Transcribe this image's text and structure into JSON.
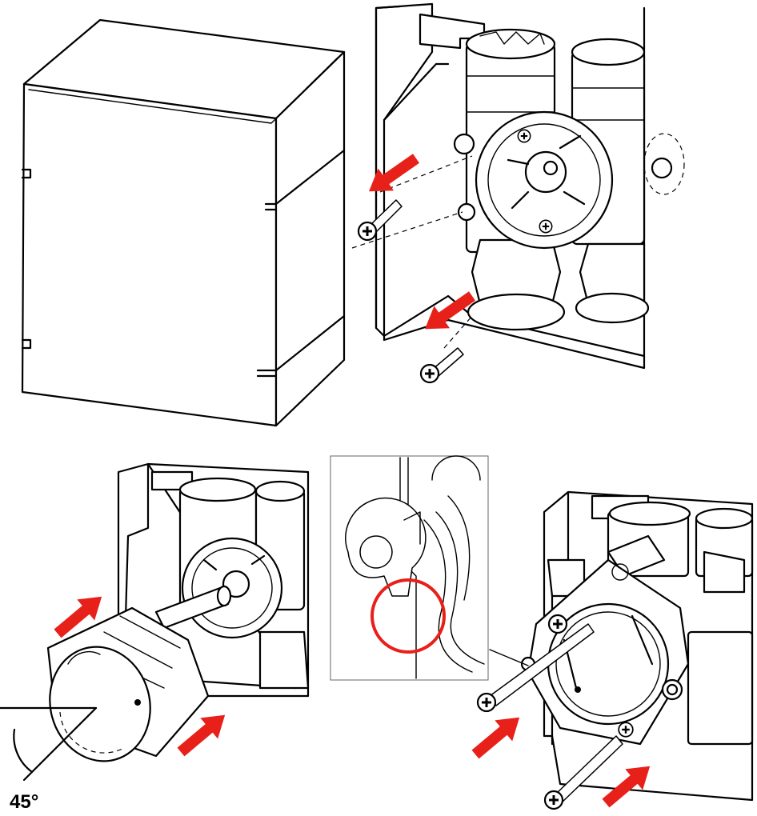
{
  "figure": {
    "angle_label": "45°",
    "colors": {
      "line": "#000000",
      "background": "#ffffff",
      "arrow": "#e8201a",
      "highlight_circle": "#e8201a"
    },
    "panels": [
      {
        "id": "cover-box",
        "icon": "cover-box-icon"
      },
      {
        "id": "remove-screws",
        "icon": "screw-icon"
      },
      {
        "id": "insert-cartridge",
        "icon": "cartridge-icon"
      },
      {
        "id": "detail-clip",
        "icon": "detail-inset-icon"
      },
      {
        "id": "fit-bracket",
        "icon": "bracket-icon"
      }
    ]
  }
}
